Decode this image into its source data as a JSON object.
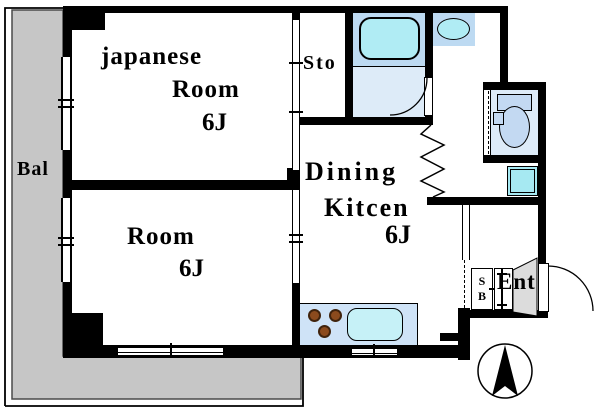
{
  "colors": {
    "wall": "#000000",
    "balcony_floor": "#c6c6c6",
    "balcony_edge": "#4a4a4a",
    "unit_blue": "#bddaf2",
    "tub_cyan": "#b0ecf4",
    "floor_blue": "#ddebf8",
    "toilet_blue": "#c3d9f2",
    "pan_cyan": "#a6e9f2",
    "counter_blue": "#cfe3f7",
    "sink_cyan": "#c6f1f7",
    "burner_brown": "#8b4a1d",
    "genkan_gray": "#dcdcdc"
  },
  "rooms": {
    "japanese_room": {
      "line1": "japanese",
      "line2": "Room",
      "size": "6J"
    },
    "room": {
      "label": "Room",
      "size": "6J"
    },
    "dining_kitchen": {
      "line1": "Dining",
      "line2": "Kitcen",
      "size": "6J"
    },
    "storage": {
      "label": "Sto"
    },
    "balcony": {
      "label": "Bal"
    },
    "entrance": {
      "label": "Ent"
    },
    "shoe_box": {
      "line1": "S",
      "line2": "B"
    }
  },
  "icons": {
    "compass": "north-arrow",
    "fixtures": [
      "bathtub",
      "washbasin",
      "toilet",
      "washing-machine-pan",
      "kitchen-stove-burners",
      "kitchen-sink"
    ]
  }
}
